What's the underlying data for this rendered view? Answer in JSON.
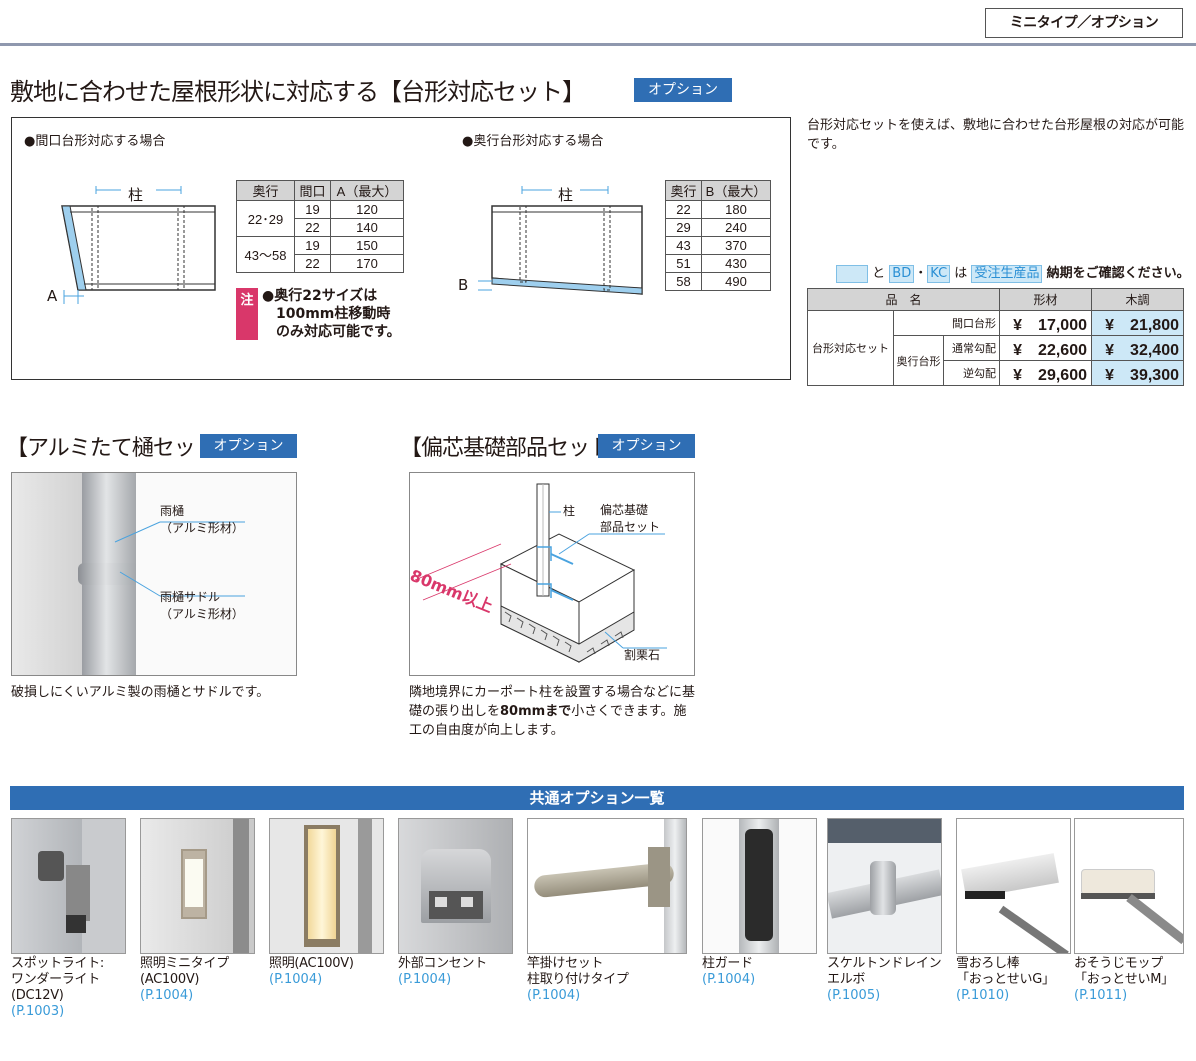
{
  "header": {
    "tag": "ミニタイプ／オプション"
  },
  "trapezoid": {
    "title": "敷地に合わせた屋根形状に対応する【台形対応セット】",
    "badge": "オプション",
    "frontage": {
      "heading": "●間口台形対応する場合",
      "pillar_label": "柱",
      "dim_label": "A",
      "table": {
        "headers": [
          "奥行",
          "間口",
          "A（最大）"
        ],
        "rows": [
          {
            "depth": "22･29",
            "width": "19",
            "value": "120"
          },
          {
            "depth": "",
            "width": "22",
            "value": "140"
          },
          {
            "depth": "43〜58",
            "width": "19",
            "value": "150"
          },
          {
            "depth": "",
            "width": "22",
            "value": "170"
          }
        ]
      },
      "note_mark": "注",
      "note_text": "●奥行22サイズは\n　100mm柱移動時\n　のみ対応可能です。"
    },
    "depth": {
      "heading": "●奥行台形対応する場合",
      "pillar_label": "柱",
      "dim_label": "B",
      "table": {
        "headers": [
          "奥行",
          "B（最大）"
        ],
        "rows": [
          {
            "depth": "22",
            "value": "180"
          },
          {
            "depth": "29",
            "value": "240"
          },
          {
            "depth": "43",
            "value": "370"
          },
          {
            "depth": "51",
            "value": "430"
          },
          {
            "depth": "58",
            "value": "490"
          }
        ]
      }
    },
    "description": "台形対応セットを使えば、敷地に合わせた台形屋根の対応が可能です。",
    "order_note": {
      "chip_blank": "",
      "and": "と",
      "chip_bd": "BD",
      "dot": "・",
      "chip_kc": "KC",
      "wa": "は",
      "chip_order": "受注生産品",
      "text": "納期をご確認ください。"
    },
    "price_table": {
      "headers": [
        "品　名",
        "形材",
        "木調"
      ],
      "product": "台形対応セット",
      "row1_label": "間口台形",
      "row2_group": "奥行台形",
      "row2_label": "通常勾配",
      "row3_label": "逆勾配",
      "prices": [
        {
          "std": "¥　17,000",
          "wood": "¥　21,800"
        },
        {
          "std": "¥　22,600",
          "wood": "¥　32,400"
        },
        {
          "std": "¥　29,600",
          "wood": "¥　39,300"
        }
      ]
    }
  },
  "gutter": {
    "title": "【アルミたて樋セット】",
    "badge": "オプション",
    "label1": "雨樋\n（アルミ形材）",
    "label2": "雨樋サドル\n（アルミ形材）",
    "caption": "破損しにくいアルミ製の雨樋とサドルです。"
  },
  "foundation": {
    "title": "【偏芯基礎部品セット】",
    "badge": "オプション",
    "label_pillar": "柱",
    "label_set": "偏芯基礎\n部品セット",
    "label_dim": "80mm以上",
    "label_stone": "割栗石",
    "caption_pre": "隣地境界にカーポート柱を設置する場合などに基礎の張り出しを",
    "caption_bold": "80mmまで",
    "caption_post": "小さくできます。施工の自由度が向上します。"
  },
  "common": {
    "title": "共通オプション一覧",
    "items": [
      {
        "name": "スポットライト:\nワンダーライト\n(DC12V)",
        "page": "(P.1003)"
      },
      {
        "name": "照明ミニタイプ\n(AC100V)",
        "page": "(P.1004)"
      },
      {
        "name": "照明(AC100V)",
        "page": "(P.1004)"
      },
      {
        "name": "外部コンセント",
        "page": "(P.1004)"
      },
      {
        "name": "竿掛けセット\n柱取り付けタイプ",
        "page": "(P.1004)"
      },
      {
        "name": "柱ガード",
        "page": "(P.1004)"
      },
      {
        "name": "スケルトンドレイン\nエルボ",
        "page": "(P.1005)"
      },
      {
        "name": "雪おろし棒\n「おっとせいG」",
        "page": "(P.1010)"
      },
      {
        "name": "おそうじモップ\n「おっとせいM」",
        "page": "(P.1011)"
      }
    ]
  }
}
